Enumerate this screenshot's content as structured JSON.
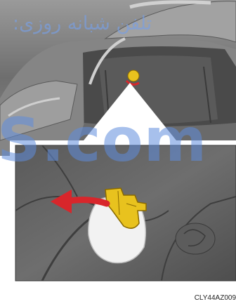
{
  "figure_code": "CLY44AZ009",
  "watermarks": {
    "persian": "تلفن شبانه روزی:",
    "latin": "S.com"
  },
  "colors": {
    "background": "#ffffff",
    "photo_dark": "#4a4a4a",
    "photo_mid": "#7a7a7a",
    "photo_light": "#b8b8b8",
    "arrow_red": "#d8262b",
    "lever_yellow": "#e8c21e",
    "cover_white": "#f2f2f2",
    "callout_white": "#ffffff",
    "watermark_blue": "#6f9bdc"
  },
  "icons": {
    "arrow": "red-curved-arrow-left",
    "lever": "yellow-release-lever",
    "cover": "fuel-door-cover"
  }
}
